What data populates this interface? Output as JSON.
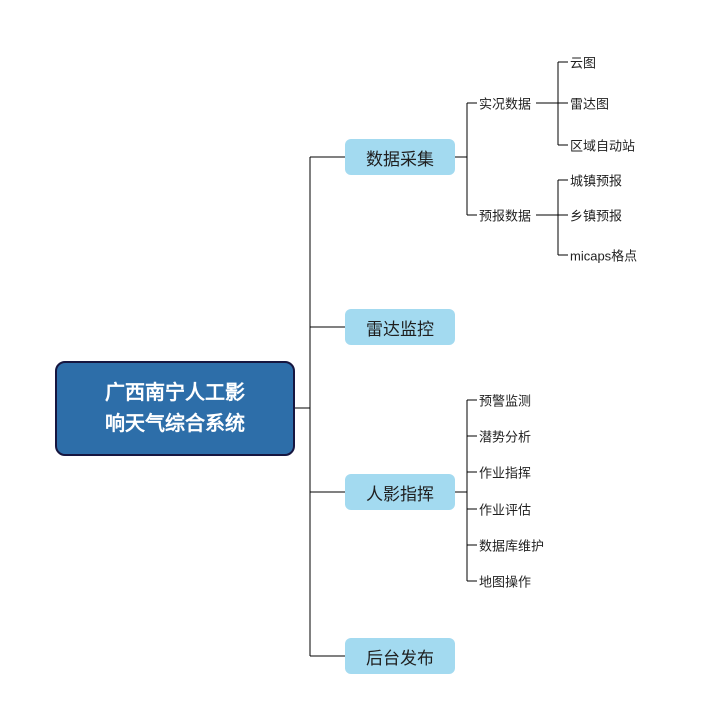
{
  "mindmap": {
    "root": "广西南宁人工影响天气综合系统",
    "branches": [
      {
        "label": "数据采集",
        "children": [
          {
            "label": "实况数据",
            "children": [
              {
                "label": "云图"
              },
              {
                "label": "雷达图"
              },
              {
                "label": "区域自动站"
              }
            ]
          },
          {
            "label": "预报数据",
            "children": [
              {
                "label": "城镇预报"
              },
              {
                "label": "乡镇预报"
              },
              {
                "label": "micaps格点"
              }
            ]
          }
        ]
      },
      {
        "label": "雷达监控",
        "children": []
      },
      {
        "label": "人影指挥",
        "children": [
          {
            "label": "预警监测"
          },
          {
            "label": "潜势分析"
          },
          {
            "label": "作业指挥"
          },
          {
            "label": "作业评估"
          },
          {
            "label": "数据库维护"
          },
          {
            "label": "地图操作"
          }
        ]
      },
      {
        "label": "后台发布",
        "children": []
      }
    ]
  },
  "colors": {
    "root_fill": "#2d6ea9",
    "root_border": "#161640",
    "root_text": "#ffffff",
    "branch_fill": "#a3daf0",
    "node_text": "#1f1f1f",
    "line": "#000000"
  }
}
